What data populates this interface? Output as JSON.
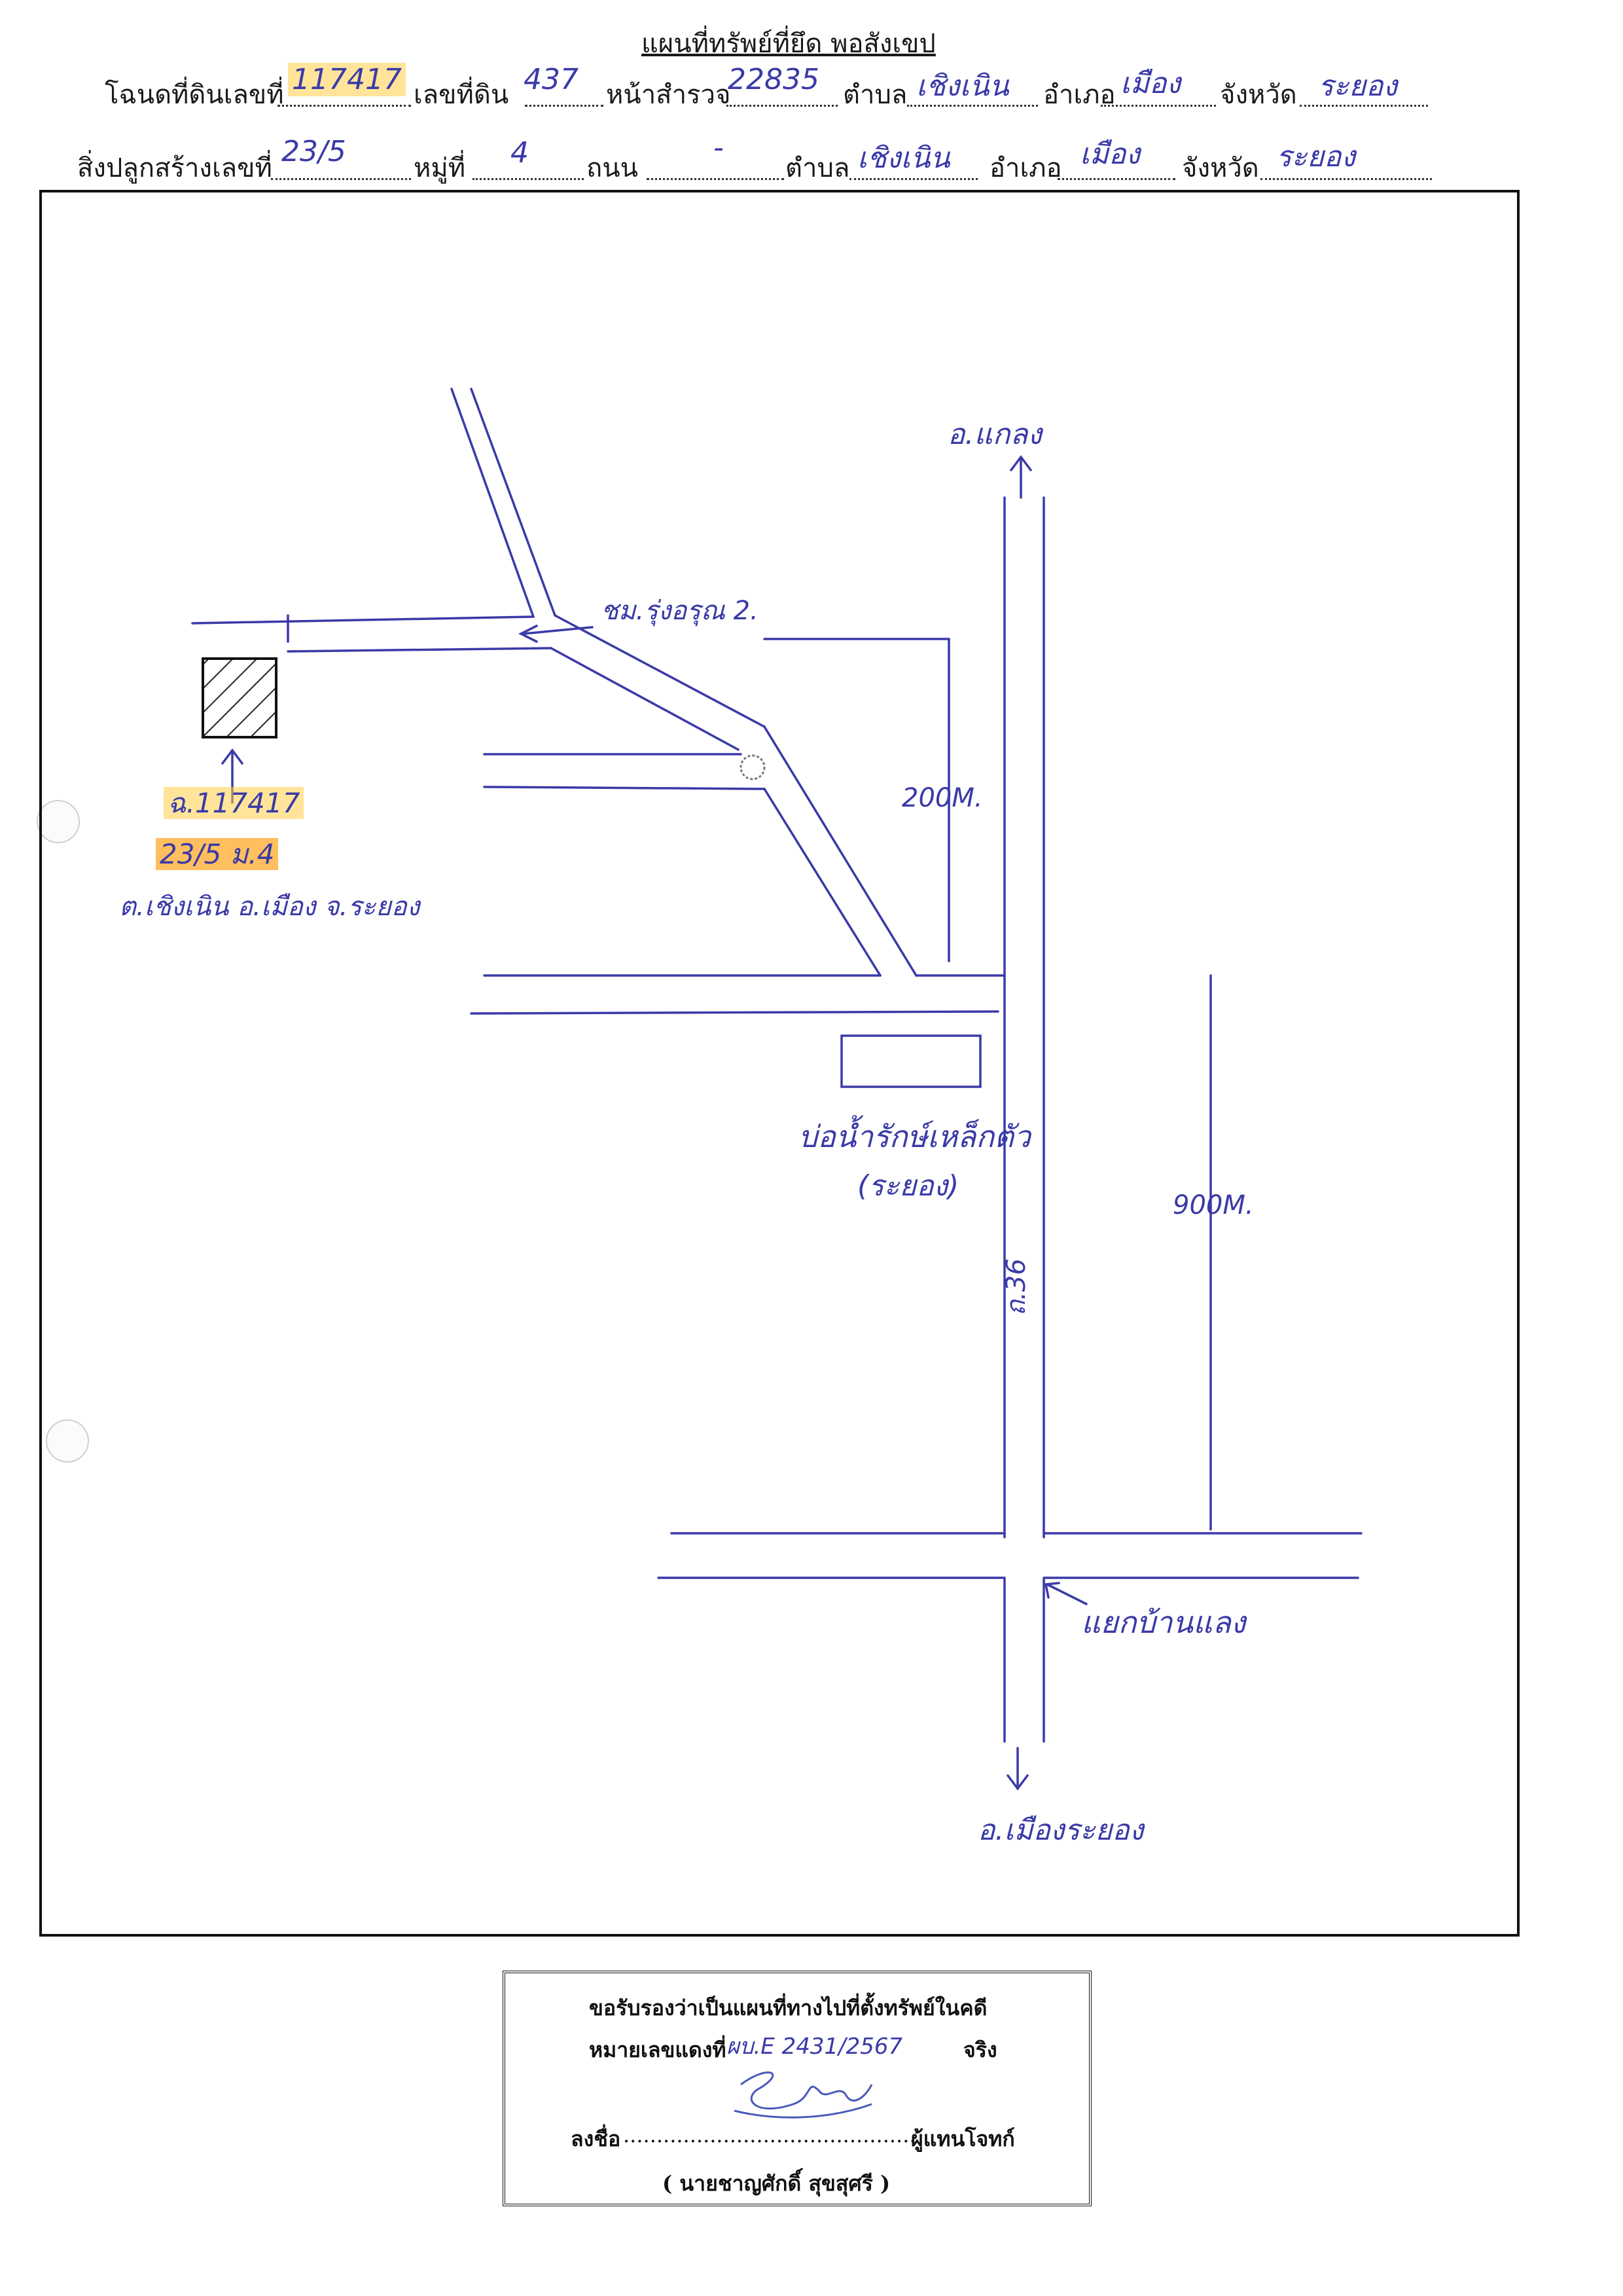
{
  "header": {
    "title": "แผนที่ทรัพย์ที่ยึด พอสังเขป",
    "row1": {
      "deed_label": "โฉนดที่ดินเลขที่",
      "deed_no": "117417",
      "land_no_label": "เลขที่ดิน",
      "land_no": "437",
      "survey_label": "หน้าสำรวจ",
      "survey_no": "22835",
      "subdistrict_label": "ตำบล",
      "subdistrict": "เชิงเนิน",
      "district_label": "อำเภอ",
      "district": "เมือง",
      "province_label": "จังหวัด",
      "province": "ระยอง"
    },
    "row2": {
      "building_label": "สิ่งปลูกสร้างเลขที่",
      "building_no": "23/5",
      "moo_label": "หมู่ที่",
      "moo": "4",
      "road_label": "ถนน",
      "road": "-",
      "subdistrict_label": "ตำบล",
      "subdistrict": "เชิงเนิน",
      "district_label": "อำเภอ",
      "district": "เมือง",
      "province_label": "จังหวัด",
      "province": "ระยอง"
    }
  },
  "map": {
    "to_klaeng": "อ.แกลง",
    "village": "ชม.รุ่งอรุณ 2.",
    "distance_200": "200M.",
    "distance_900": "900M.",
    "pond_label": "บ่อน้ำรักษ์เหล็กตัว",
    "pond_sub": "(ระยอง)",
    "road_36": "ถ.36",
    "junction": "แยกบ้านแลง",
    "to_mueang": "อ.เมืองระยอง",
    "parcel_deed": "ฉ.117417",
    "parcel_house": "23/5 ม.4",
    "parcel_addr": "ต.เชิงเนิน อ.เมือง จ.ระยอง"
  },
  "certification": {
    "line1": "ขอรับรองว่าเป็นแผนที่ทางไปที่ตั้งทรัพย์ในคดี",
    "case_label": "หมายเลขแดงที่",
    "case_no": "ผบ.E 2431/2567",
    "true_label": "จริง",
    "sign_label": "ลงชื่อ",
    "sign_dots": "............................................",
    "role": "ผู้แทนโจทก์",
    "name": "( นายชาญศักดิ์ สุขสุศรี )"
  },
  "colors": {
    "ink_blue": "#3a3aa8",
    "highlight_yellow": "#ffcd46",
    "highlight_orange": "#ffaa28"
  }
}
